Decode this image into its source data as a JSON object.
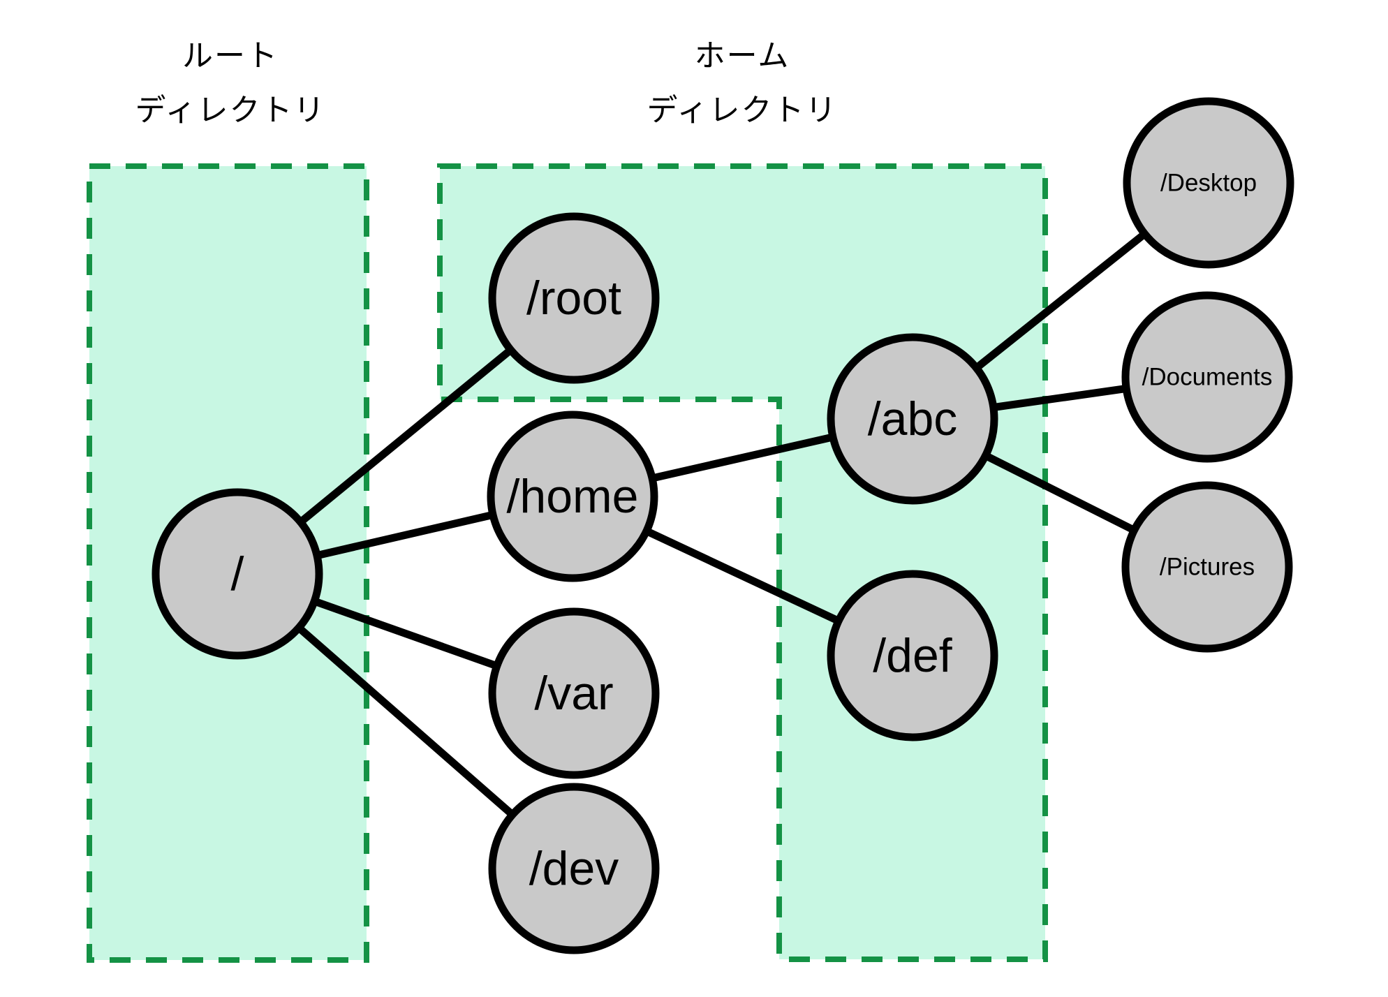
{
  "figure": {
    "title": "filesystem-directory-tree-diagram",
    "region_labels": [
      {
        "id": "root-directory",
        "line1": "ルート",
        "line2": "ディレクトリ"
      },
      {
        "id": "home-directory",
        "line1": "ホーム",
        "line2": "ディレクトリ"
      }
    ],
    "nodes": [
      {
        "id": "root",
        "label": "/"
      },
      {
        "id": "root-home",
        "label": "/root"
      },
      {
        "id": "home",
        "label": "/home"
      },
      {
        "id": "var",
        "label": "/var"
      },
      {
        "id": "dev",
        "label": "/dev"
      },
      {
        "id": "abc",
        "label": "/abc"
      },
      {
        "id": "def",
        "label": "/def"
      },
      {
        "id": "desktop",
        "label": "/Desktop"
      },
      {
        "id": "documents",
        "label": "/Documents"
      },
      {
        "id": "pictures",
        "label": "/Pictures"
      }
    ],
    "edges": [
      {
        "from": "/",
        "to": "/root"
      },
      {
        "from": "/",
        "to": "/home"
      },
      {
        "from": "/",
        "to": "/var"
      },
      {
        "from": "/",
        "to": "/dev"
      },
      {
        "from": "/home",
        "to": "/abc"
      },
      {
        "from": "/home",
        "to": "/def"
      },
      {
        "from": "/abc",
        "to": "/Desktop"
      },
      {
        "from": "/abc",
        "to": "/Documents"
      },
      {
        "from": "/abc",
        "to": "/Pictures"
      }
    ],
    "colors": {
      "background": "#ffffff",
      "region_fill": "#c8f7e3",
      "region_border": "#149245",
      "node_fill": "#c9c9c9",
      "node_border": "#000000",
      "edge": "#000000",
      "text": "#000000"
    }
  }
}
